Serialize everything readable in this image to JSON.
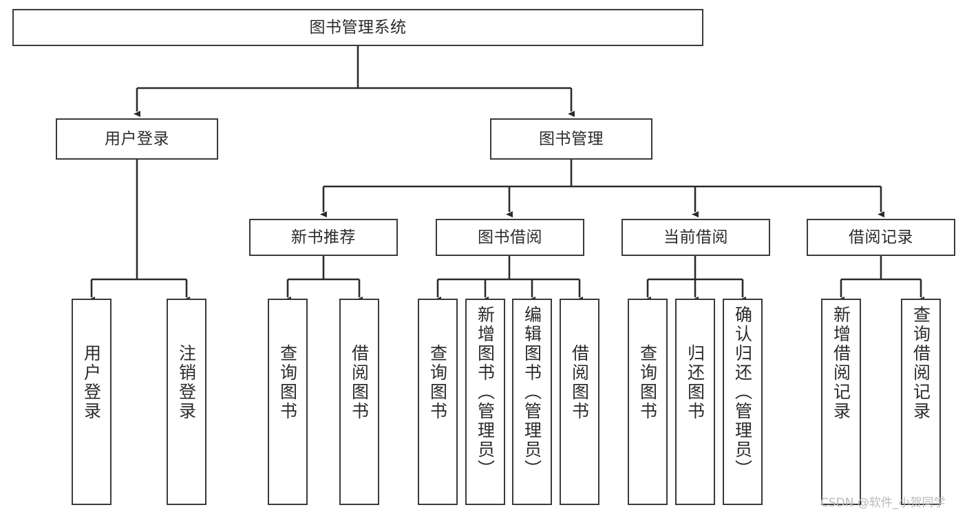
{
  "diagram": {
    "type": "tree",
    "title": "图书管理系统",
    "orientation": "top-down",
    "colors": {
      "box_border": "#3a3a3a",
      "box_fill": "#ffffff",
      "connector": "#2b2b2b",
      "text": "#2b2b2b",
      "watermark": "#b9b9b9",
      "background": "#ffffff"
    }
  },
  "root": {
    "label": "图书管理系统"
  },
  "level2": [
    {
      "label": "用户登录"
    },
    {
      "label": "图书管理"
    }
  ],
  "level3": [
    {
      "label": "新书推荐"
    },
    {
      "label": "图书借阅"
    },
    {
      "label": "当前借阅"
    },
    {
      "label": "借阅记录"
    }
  ],
  "leaves": {
    "user_login": [
      {
        "label": "用户登录"
      },
      {
        "label": "注销登录"
      }
    ],
    "new_book": [
      {
        "label": "查询图书"
      },
      {
        "label": "借阅图书"
      }
    ],
    "book_borrow": [
      {
        "label": "查询图书"
      },
      {
        "label": "新增图书（管理员）"
      },
      {
        "label": "编辑图书（管理员）"
      },
      {
        "label": "借阅图书"
      }
    ],
    "current_borrow": [
      {
        "label": "查询图书"
      },
      {
        "label": "归还图书"
      },
      {
        "label": "确认归还（管理员）"
      }
    ],
    "borrow_record": [
      {
        "label": "新增借阅记录"
      },
      {
        "label": "查询借阅记录"
      }
    ]
  },
  "watermark": {
    "text": "CSDN @软件_小贺同学"
  }
}
